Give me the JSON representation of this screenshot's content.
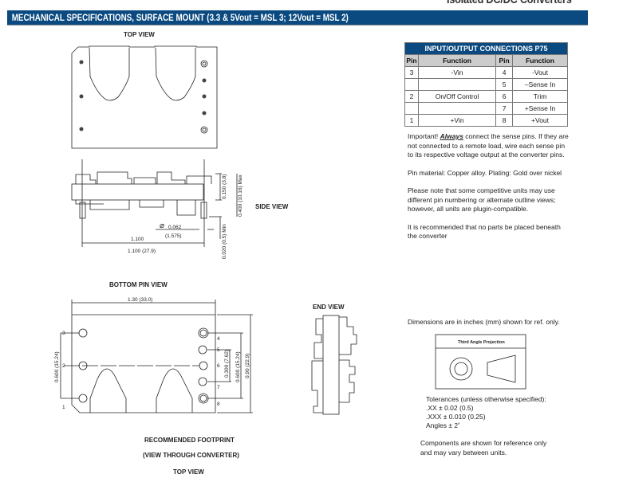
{
  "page_header": "Isolated DC/DC Converters",
  "section_title": "MECHANICAL SPECIFICATIONS, SURFACE MOUNT (3.3 & 5Vout = MSL 3; 12Vout = MSL 2)",
  "views": {
    "top": "TOP VIEW",
    "side": "SIDE VIEW",
    "bottom": "BOTTOM PIN VIEW",
    "end": "END VIEW",
    "footprint": "RECOMMENDED FOOTPRINT",
    "footprint_sub": "(VIEW THROUGH CONVERTER)",
    "footprint_top": "TOP VIEW"
  },
  "dims": {
    "d150": "0.150 (3.8)",
    "d400": "0.400 (10.16) Max",
    "d020": "0.020 (0.5) Min",
    "phi": "0.062",
    "phi_mm": "(1.575)",
    "len_in": "1.100",
    "len_mm": "1.100 (27.9)",
    "width": "1.30 (33.0)",
    "h600": "0.600 (15.24)",
    "h300": "0.300 (7.62)",
    "h600r": "0.600 (15.24)",
    "h900": "0.90 (22.9)"
  },
  "pins": {
    "p1": "1",
    "p2": "2",
    "p3": "3",
    "p4": "4",
    "p5": "5",
    "p6": "6",
    "p7": "7",
    "p8": "8"
  },
  "table": {
    "title": "INPUT/OUTPUT CONNECTIONS P75",
    "headers": [
      "Pin",
      "Function",
      "Pin",
      "Function"
    ],
    "rows": [
      [
        "3",
        "-Vin",
        "4",
        "-Vout"
      ],
      [
        "",
        "",
        "5",
        "–Sense In"
      ],
      [
        "2",
        "On/Off Control",
        "6",
        "Trim"
      ],
      [
        "",
        "",
        "7",
        "+Sense In"
      ],
      [
        "1",
        "+Vin",
        "8",
        "+Vout"
      ]
    ]
  },
  "notes": {
    "important_prefix": "Important! ",
    "important_em": "Always",
    "important_rest": " connect the sense pins. If they are not connected to a remote load, wire each sense pin to its respective voltage output at the converter pins.",
    "material": "Pin material: Copper alloy. Plating: Gold over nickel",
    "competitive": "Please note that some competitive units may use different pin numbering or alternate outline views; however, all units are plugin-compatible.",
    "beneath": "It is recommended that no parts be placed beneath the converter",
    "dimensions": "Dimensions are in inches (mm) shown for ref. only.",
    "projection": "Third Angle Projection",
    "tol_title": "Tolerances (unless otherwise specified):",
    "tol_xx": ".XX ± 0.02 (0.5)",
    "tol_xxx": ".XXX ± 0.010 (0.25)",
    "tol_angles": "Angles ± 2˚",
    "components": "Components are shown for reference only and may vary between units."
  },
  "colors": {
    "header_bg": "#0b4a80",
    "table_header": "#cccccc"
  }
}
